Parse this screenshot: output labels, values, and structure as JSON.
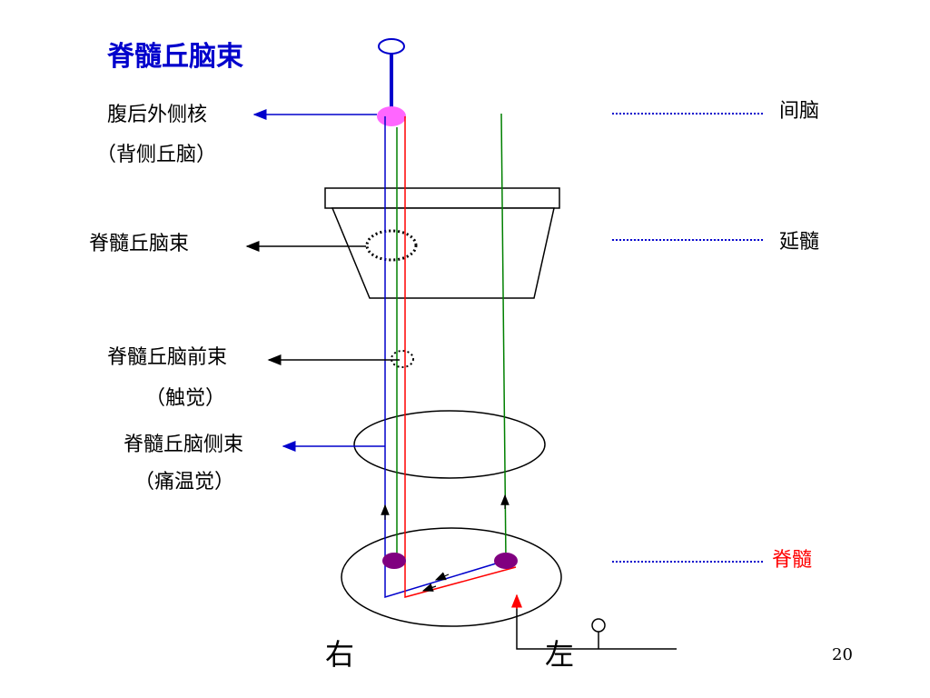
{
  "title": "脊髓丘脑束",
  "left_labels": {
    "vpl_nucleus": "腹后外侧核",
    "vpl_sub": "（背侧丘脑）",
    "medulla_tract": "脊髓丘脑束",
    "anterior_tract": "脊髓丘脑前束",
    "anterior_sub": "（触觉）",
    "lateral_tract": "脊髓丘脑侧束",
    "lateral_sub": "（痛温觉）"
  },
  "levels": {
    "diencephalon": "间脑",
    "medulla": "延髓",
    "spinal_cord": "脊髓"
  },
  "sides": {
    "right": "右",
    "left": "左"
  },
  "page_number": "20",
  "colors": {
    "title": "#0000cc",
    "spinal_cord_label": "#ff0000",
    "blue_path": "#0000cc",
    "red_path": "#ff0000",
    "green_path": "#008000",
    "thalamus_nucleus": "#ff66ff",
    "cord_nucleus": "#800080",
    "dotted_leader": "#0000cc"
  }
}
